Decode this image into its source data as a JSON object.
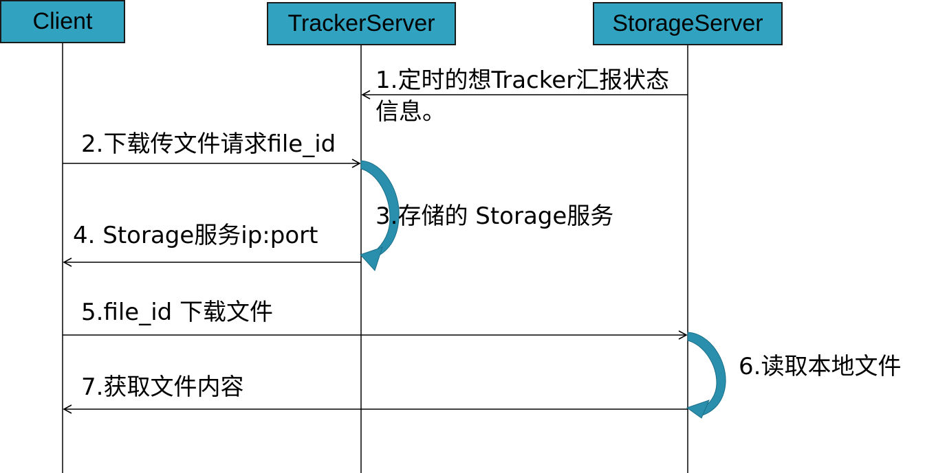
{
  "actors": {
    "client": "Client",
    "tracker": "TrackerServer",
    "storage": "StorageServer"
  },
  "messages": {
    "m1": "1.定时的想Tracker汇报状态信息。",
    "m2": "2.下载传文件请求file_id",
    "m3": "3.存储的 Storage服务",
    "m4": "4. Storage服务ip:port",
    "m5": "5.file_id 下载文件",
    "m6": "6.读取本地文件",
    "m7": "7.获取文件内容"
  },
  "colors": {
    "actor_fill": "#31a3c0",
    "self_arrow": "#2a8fad",
    "line": "#000000"
  }
}
